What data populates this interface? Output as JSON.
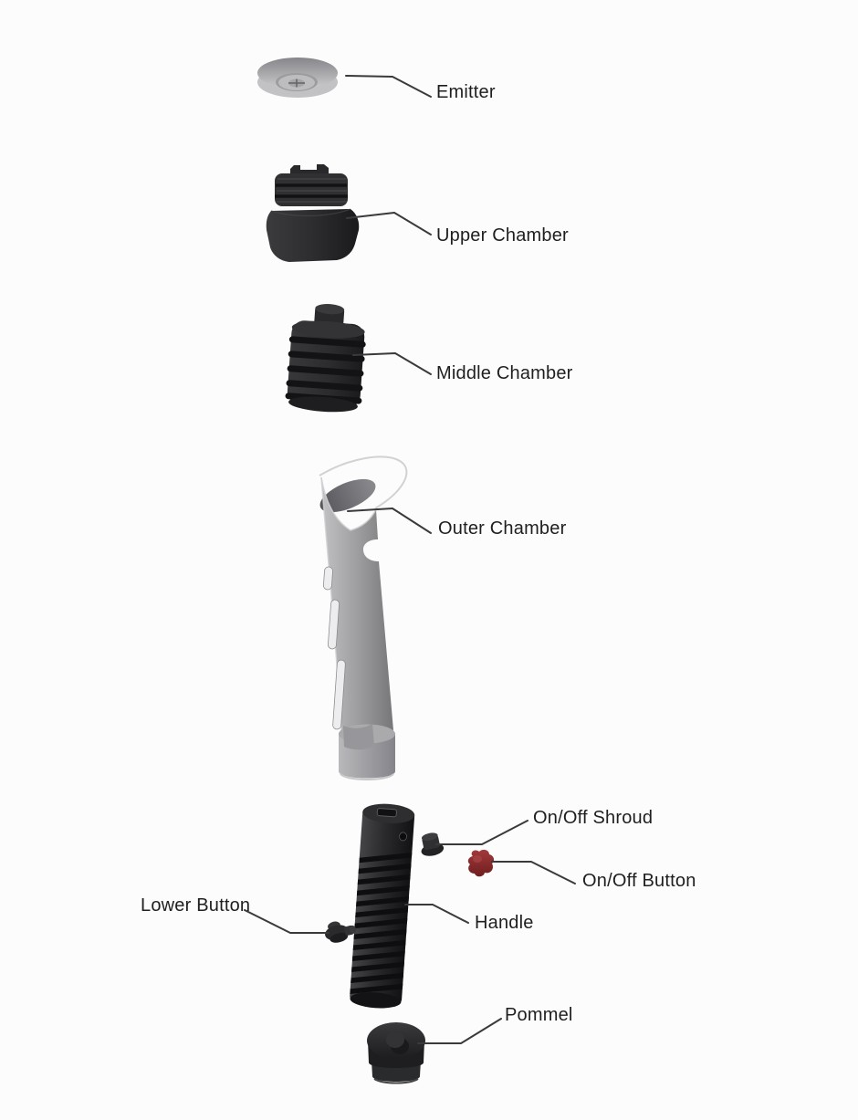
{
  "diagram": {
    "background_color": "#fcfcfc",
    "leader_line_color": "#3a3a3c",
    "label_text_color": "#1f1f1f",
    "part_colors": {
      "dark_parts": "#2a2a2c",
      "outer_chamber_gray": "#9e9ea0",
      "emitter_gray": "#c2c2c4",
      "on_off_button_red": "#8e2b2d"
    },
    "labels": {
      "emitter": "Emitter",
      "upper_chamber": "Upper Chamber",
      "middle_chamber": "Middle Chamber",
      "outer_chamber": "Outer Chamber",
      "on_off_shroud": "On/Off Shroud",
      "on_off_button": "On/Off Button",
      "lower_button": "Lower Button",
      "handle": "Handle",
      "pommel": "Pommel"
    }
  }
}
